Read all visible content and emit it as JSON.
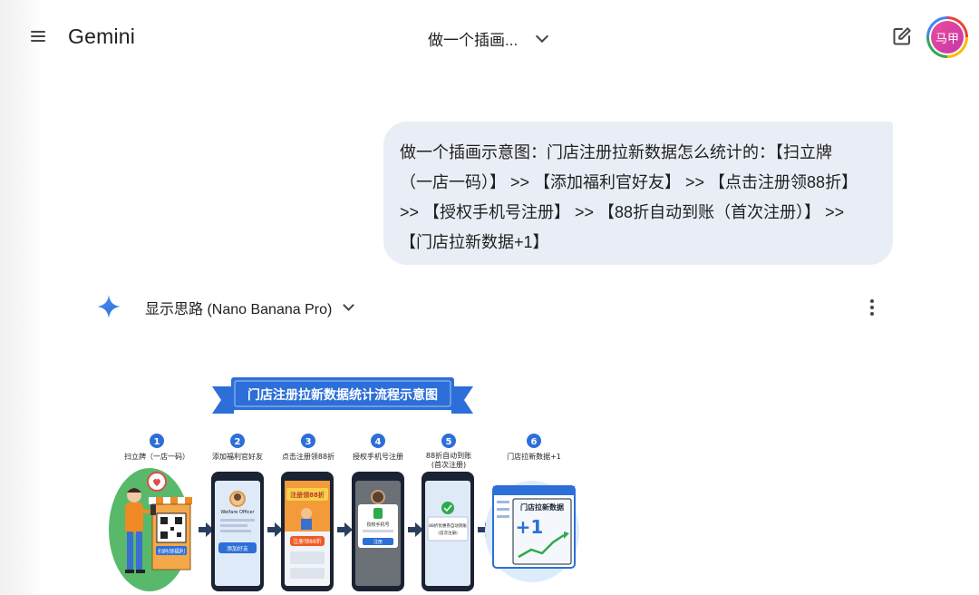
{
  "header": {
    "app_title": "Gemini",
    "chat_title": "做一个插画...",
    "avatar_text": "马甲"
  },
  "user_message": {
    "lines": [
      "做一个插画示意图：门店注册拉新数据怎么统计的：【扫立牌",
      "（一店一码）】 >> 【添加福利官好友】 >> 【点击注册领88折】",
      ">> 【授权手机号注册】 >> 【88折自动到账（首次注册）】 >>",
      "【门店拉新数据+1】"
    ]
  },
  "response": {
    "thinking_label": "显示思路 (Nano Banana Pro)"
  },
  "image": {
    "banner_title": "门店注册拉新数据统计流程示意图",
    "steps": [
      {
        "num": "1",
        "label": "扫立牌（一店一码）"
      },
      {
        "num": "2",
        "label": "添加福利官好友"
      },
      {
        "num": "3",
        "label": "点击注册领88折"
      },
      {
        "num": "4",
        "label": "授权手机号注册"
      },
      {
        "num": "5",
        "label": "88折自动到账",
        "label2": "(首次注册)"
      },
      {
        "num": "6",
        "label": "门店拉新数据+1"
      }
    ],
    "stand_text": "扫码领福利",
    "welfare_officer": "Welfare Officer",
    "add_friend_btn": "添加好友",
    "register_banner": "注册领88折",
    "register_btn": "注册领88折",
    "phone_auth": "授权手机号",
    "register_short": "注册",
    "discount_text": "88折优惠券自动到账",
    "discount_text2": "(首次注册)",
    "dashboard_title": "门店拉新数据",
    "plus_one": "+1"
  },
  "colors": {
    "accent_blue": "#2d6fd8",
    "bubble_bg": "#e9eef6",
    "orange": "#f08a24",
    "green": "#2eaa4b"
  }
}
